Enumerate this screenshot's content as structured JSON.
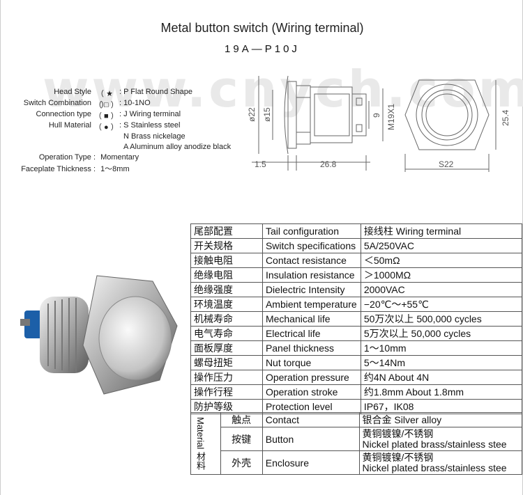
{
  "header": {
    "title": "Metal button switch (Wiring terminal)",
    "model": "19A—P10J",
    "watermark": "www.cnych.com"
  },
  "spec_legend": [
    {
      "label": "Head Style",
      "symbol": "（ ★ ）",
      "value": ": P Flat Round Shape"
    },
    {
      "label": "Switch Combination",
      "symbol": "（ □ ）",
      "value": ": 10-1NO"
    },
    {
      "label": "Connection type",
      "symbol": "（ ■ ）",
      "value": ": J Wiring terminal"
    },
    {
      "label": "Hull Material",
      "symbol": "（ ● ）",
      "value": ": S Stainless steel"
    }
  ],
  "hull_extra": [
    "N Brass nickelage",
    "A Aluminum alloy anodize black"
  ],
  "operation_type": {
    "label": "Operation Type :",
    "value": "Momentary"
  },
  "faceplate": {
    "label": "Faceplate Thickness :",
    "value": "1～8mm"
  },
  "dimensions": {
    "d22": "ø22",
    "d15": "ø15",
    "nine": "9",
    "m19": "M19X1",
    "l15": "1.5",
    "l268": "26.8",
    "s22": "S22",
    "h254": "25.4"
  },
  "specs": [
    {
      "cn": "尾部配置",
      "en": "Tail configuration",
      "v": "接线柱 Wiring terminal"
    },
    {
      "cn": "开关规格",
      "en": "Switch specifications",
      "v": " 5A/250VAC"
    },
    {
      "cn": "接触电阻",
      "en": "Contact resistance",
      "v": "＜50mΩ"
    },
    {
      "cn": "绝缘电阻",
      "en": "Insulation resistance",
      "v": "＞1000MΩ"
    },
    {
      "cn": "绝缘强度",
      "en": "Dielectric Intensity",
      "v": "2000VAC"
    },
    {
      "cn": "环境温度",
      "en": "Ambient temperature",
      "v": "−20℃～+55℃"
    },
    {
      "cn": "机械寿命",
      "en": "Mechanical life",
      "v": "50万次以上 500,000 cycles"
    },
    {
      "cn": "电气寿命",
      "en": "Electrical life",
      "v": "5万次以上 50,000  cycles"
    },
    {
      "cn": "面板厚度",
      "en": "Panel thickness",
      "v": "1～10mm"
    },
    {
      "cn": "螺母扭矩",
      "en": "Nut torque",
      "v": "5～14Nm"
    },
    {
      "cn": "操作压力",
      "en": "Operation pressure",
      "v": "约4N About 4N"
    },
    {
      "cn": "操作行程",
      "en": "Operation stroke",
      "v": "约1.8mm About 1.8mm"
    },
    {
      "cn": "防护等级",
      "en": "Protection level",
      "v": "IP67，IK08"
    }
  ],
  "material": {
    "group_cn": "材料",
    "group_en": "Material",
    "rows": [
      {
        "cn": "触点",
        "en": "Contact",
        "v1": "银合金 Silver alloy",
        "v2": ""
      },
      {
        "cn": "按键",
        "en": "Button",
        "v1": "黄铜镀镍/不锈钢",
        "v2": "Nickel plated brass/stainless stee"
      },
      {
        "cn": "外壳",
        "en": "Enclosure",
        "v1": "黄铜镀镍/不锈钢",
        "v2": "Nickel plated brass/stainless stee"
      }
    ]
  }
}
